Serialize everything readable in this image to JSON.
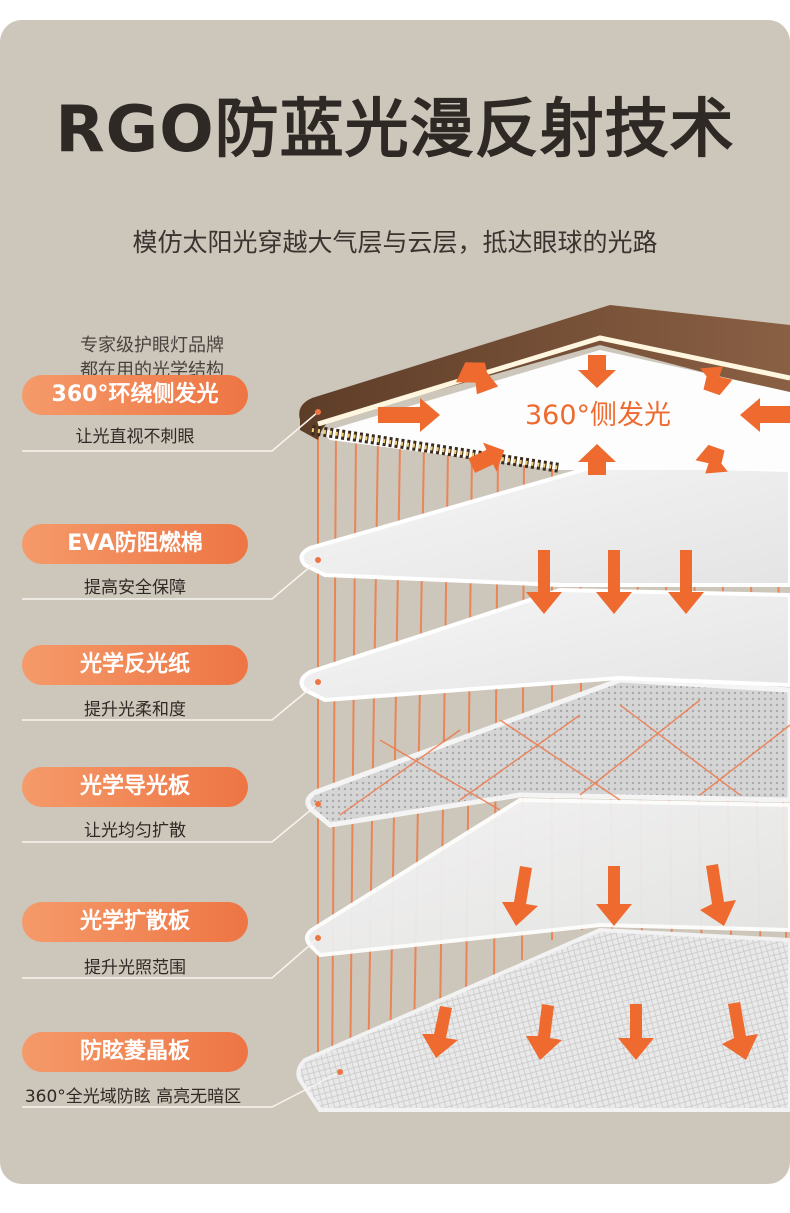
{
  "header": {
    "title": "RGO防蓝光漫反射技术",
    "subtitle": "模仿太阳光穿越大气层与云层，抵达眼球的光路"
  },
  "intro": {
    "line1": "专家级护眼灯品牌",
    "line2": "都在用的光学结构"
  },
  "layers": [
    {
      "name": "360°环绕侧发光",
      "desc": "让光直视不刺眼"
    },
    {
      "name": "EVA防阻燃棉",
      "desc": "提高安全保障"
    },
    {
      "name": "光学反光纸",
      "desc": "提升光柔和度"
    },
    {
      "name": "光学导光板",
      "desc": "让光均匀扩散"
    },
    {
      "name": "光学扩散板",
      "desc": "提升光照范围"
    },
    {
      "name": "防眩菱晶板",
      "desc": "360°全光域防眩 高亮无暗区"
    }
  ],
  "side_light_label": "360°侧发光",
  "colors": {
    "background": "#cdc6bb",
    "accent": "#ee7544",
    "wood": "#7a5438",
    "title": "#2e2925"
  }
}
